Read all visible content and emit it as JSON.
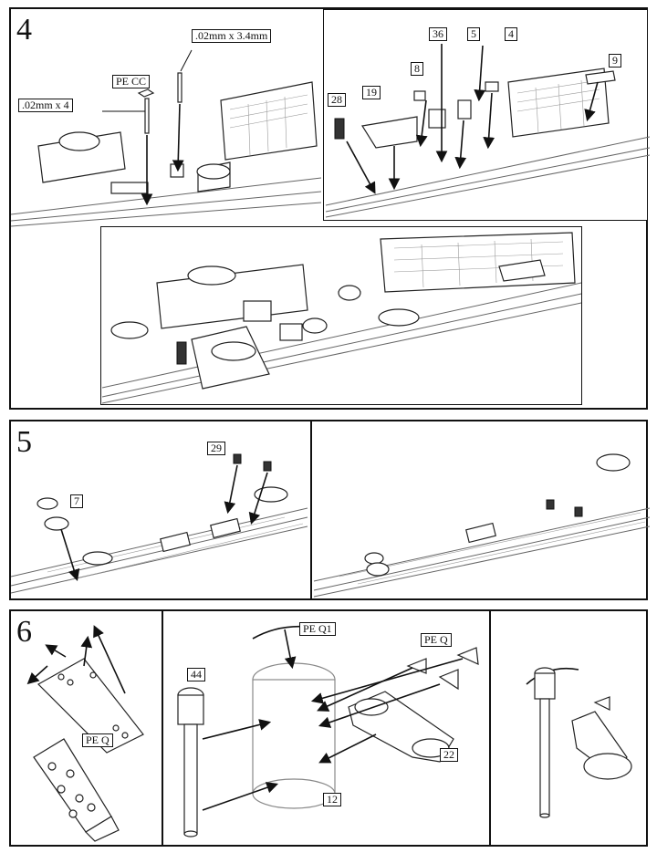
{
  "steps": [
    {
      "number": "4",
      "labels": {
        "pe_cc": "PE CC",
        "rod_a": ".02mm x 4",
        "rod_b": ".02mm x 3.4mm",
        "p28": "28",
        "p19": "19",
        "p8": "8",
        "p36": "36",
        "p5": "5",
        "p4": "4",
        "p9": "9"
      }
    },
    {
      "number": "5",
      "labels": {
        "p7": "7",
        "p29": "29"
      }
    },
    {
      "number": "6",
      "labels": {
        "pe_q_left": "PE Q",
        "pe_q1": "PE Q1",
        "pe_q_mid": "PE Q",
        "p44": "44",
        "p22": "22",
        "p12": "12"
      }
    }
  ]
}
